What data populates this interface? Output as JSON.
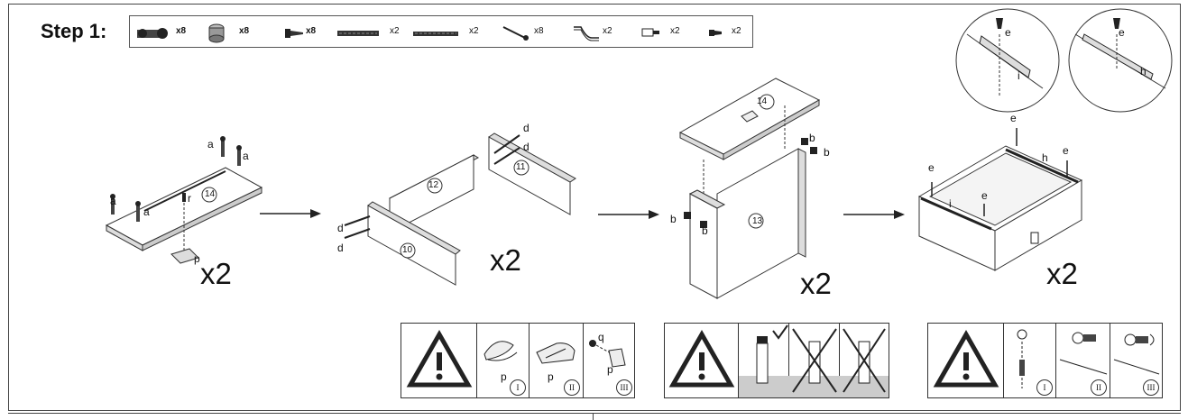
{
  "step": {
    "title": "Step 1:"
  },
  "parts": [
    {
      "icon": "cam-bolt-icon",
      "qty": "x8"
    },
    {
      "icon": "cam-lock-icon",
      "qty": "x8"
    },
    {
      "icon": "screw-icon",
      "qty": "x8"
    },
    {
      "icon": "drawer-slide-icon",
      "qty": "x2"
    },
    {
      "icon": "drawer-slide-icon",
      "qty": "x2"
    },
    {
      "icon": "long-screw-icon",
      "qty": "x8"
    },
    {
      "icon": "bracket-icon",
      "qty": "x2"
    },
    {
      "icon": "knob-icon",
      "qty": "x2"
    },
    {
      "icon": "small-screw-icon",
      "qty": "x2"
    }
  ],
  "diagram1": {
    "labels": {
      "a1": "a",
      "a2": "a",
      "a3": "a",
      "a4": "a",
      "r": "r",
      "p": "p",
      "panel": "14"
    },
    "multiplier": "x2"
  },
  "diagram2": {
    "labels": {
      "d1": "d",
      "d2": "d",
      "d3": "d",
      "d4": "d",
      "p12": "12",
      "p11": "11",
      "p10": "10"
    },
    "multiplier": "x2"
  },
  "diagram3": {
    "labels": {
      "b1": "b",
      "b2": "b",
      "b3": "b",
      "b4": "b",
      "p14": "14",
      "p13": "13"
    },
    "multiplier": "x2"
  },
  "diagram4": {
    "labels": {
      "e1": "e",
      "e2": "e",
      "e3": "e",
      "e4": "e",
      "e5": "e",
      "e6": "e",
      "h1": "h",
      "h2": "h",
      "i1": "i",
      "i2": "i"
    },
    "multiplier": "x2"
  },
  "warnings": {
    "w1": {
      "p1": "p",
      "p2": "p",
      "p3": "p",
      "q": "q",
      "r1": "I",
      "r2": "II",
      "r3": "III"
    },
    "w3": {
      "r1": "I",
      "r2": "II",
      "r3": "III"
    }
  }
}
